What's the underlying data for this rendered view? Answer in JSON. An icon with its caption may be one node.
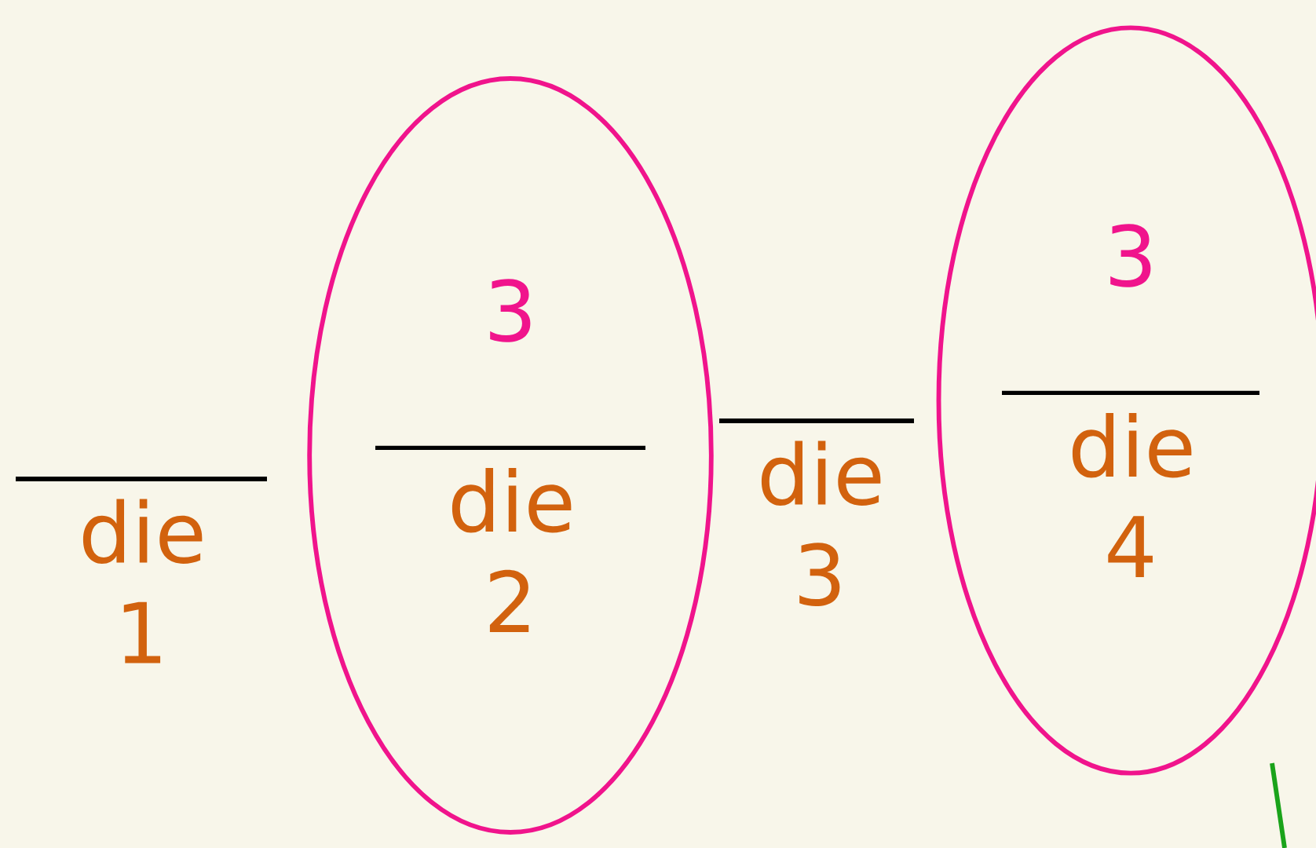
{
  "diagram": {
    "nodes": [
      {
        "text": [
          "3",
          "die 2"
        ]
      },
      {
        "text": [
          "3",
          "die 4"
        ]
      }
    ],
    "labels": [
      "die 1",
      "die 3"
    ]
  }
}
